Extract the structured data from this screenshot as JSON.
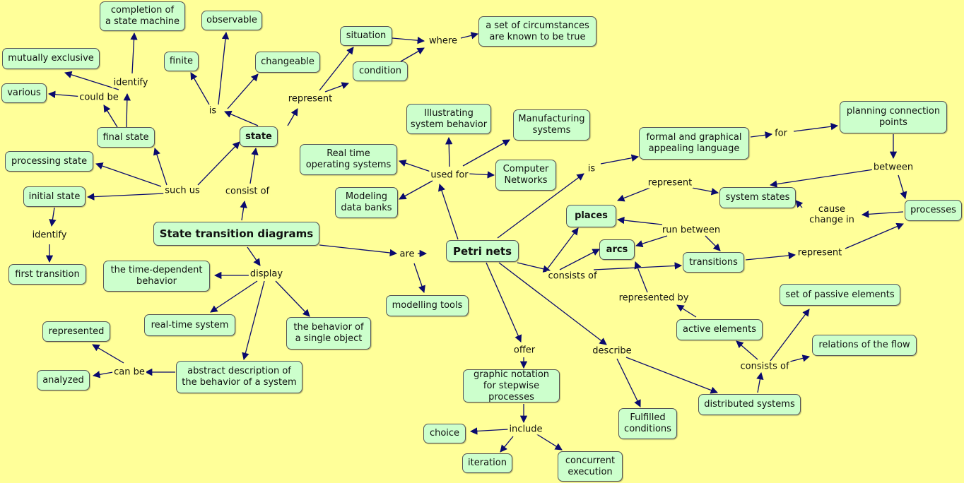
{
  "nodes": {
    "completion": "completion of\na state machine",
    "observable": "observable",
    "mutually_exclusive": "mutually exclusive",
    "finite": "finite",
    "changeable": "changeable",
    "various": "various",
    "final_state": "final state",
    "state": "state",
    "situation": "situation",
    "condition": "condition",
    "circumstances": "a set of circumstances\nare known to be true",
    "processing_state": "processing state",
    "initial_state": "initial state",
    "first_transition": "first transition",
    "std": "State transition diagrams",
    "illustrating": "Illustrating\nsystem behavior",
    "manufacturing": "Manufacturing\nsystems",
    "real_time_os": "Real time\noperating systems",
    "computer_networks": "Computer\nNetworks",
    "modeling_data_banks": "Modeling\ndata banks",
    "formal_language": "formal and graphical\nappealing language",
    "planning_points": "planning connection\npoints",
    "system_states": "system states",
    "processes": "processes",
    "places": "places",
    "arcs": "arcs",
    "transitions": "transitions",
    "petri_nets": "Petri nets",
    "time_dependent": "the time-dependent\nbehavior",
    "modelling_tools": "modelling tools",
    "represented": "represented",
    "real_time_system": "real-time system",
    "single_object": "the behavior of\na single object",
    "analyzed": "analyzed",
    "abstract_description": "abstract description of\nthe behavior of a system",
    "graphic_notation": "graphic notation\nfor stepwise processes",
    "set_passive": "set of passive elements",
    "active_elements": "active elements",
    "relations_flow": "relations of the flow",
    "distributed_systems": "distributed systems",
    "fulfilled_conditions": "Fulfilled\nconditions",
    "choice": "choice",
    "iteration": "iteration",
    "concurrent_execution": "concurrent\nexecution"
  },
  "labels": {
    "identify_top": "identify",
    "could_be": "could be",
    "is_state": "is",
    "represent_state": "represent",
    "where": "where",
    "such_us": "such us",
    "consist_of": "consist of",
    "identify_initial": "identify",
    "used_for": "used for",
    "is_petri": "is",
    "for": "for",
    "between": "between",
    "represent_places": "represent",
    "cause_change": "cause\nchange in",
    "run_between": "run between",
    "are": "are",
    "display": "display",
    "consists_of_petri": "consists of",
    "represent_transitions": "represent",
    "represented_by": "represented by",
    "can_be": "can be",
    "offer": "offer",
    "describe": "describe",
    "consists_of_distributed": "consists of",
    "include": "include"
  }
}
